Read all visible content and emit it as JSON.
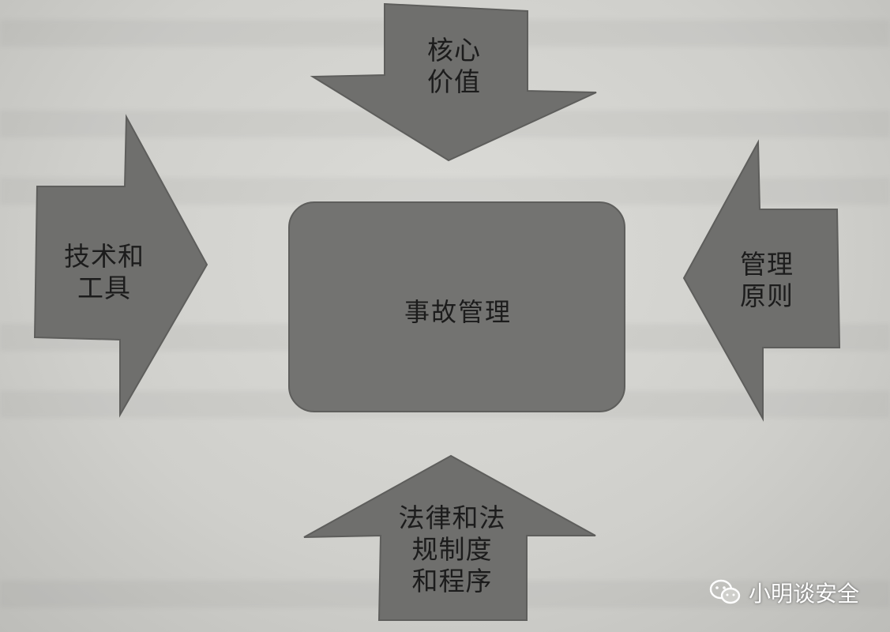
{
  "diagram": {
    "center": "事故管理",
    "top_arrow": [
      "核心",
      "价值"
    ],
    "left_arrow": [
      "技术和",
      "工具"
    ],
    "right_arrow": [
      "管理",
      "原则"
    ],
    "bottom_arrow": [
      "法律和法",
      "规制度",
      "和程序"
    ]
  },
  "watermark": {
    "text": "小明谈安全",
    "icon": "wechat-icon"
  },
  "colors": {
    "shape_fill": "#6f6f6d",
    "box_fill": "#737371",
    "background": "#cfcfcb"
  }
}
